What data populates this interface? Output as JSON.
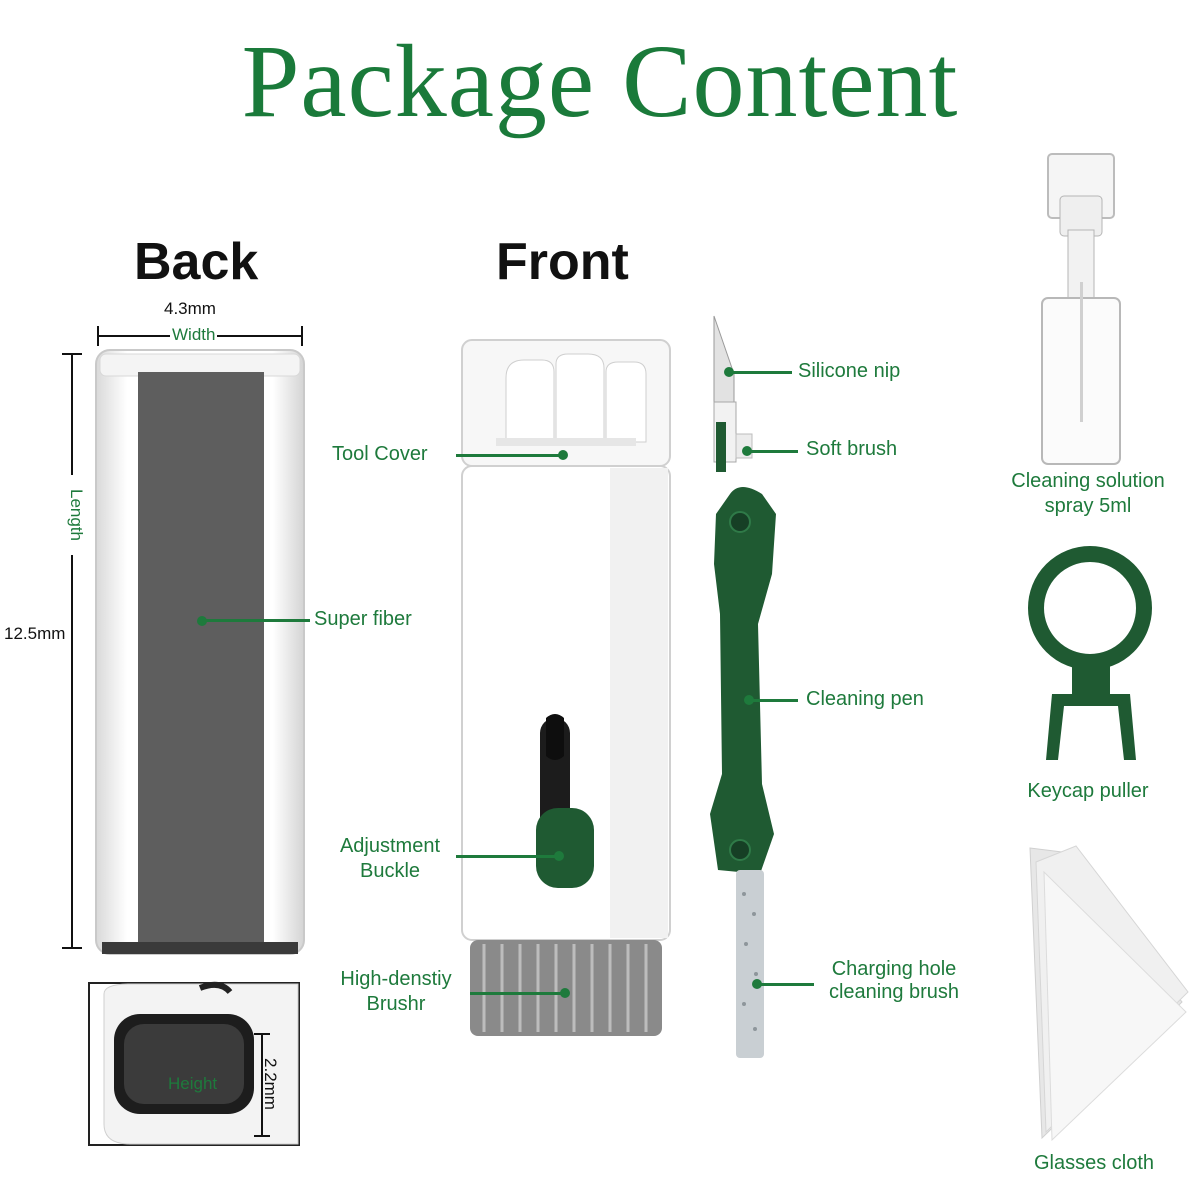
{
  "title": "Package Content",
  "views": {
    "back": "Back",
    "front": "Front"
  },
  "dimensions": {
    "width_value": "4.3mm",
    "width_label": "Width",
    "length_label": "Length",
    "length_value": "12.5mm",
    "height_label": "Height",
    "height_value": "2.2mm"
  },
  "labels": {
    "super_fiber": "Super fiber",
    "tool_cover": "Tool Cover",
    "adjustment_buckle_1": "Adjustment",
    "adjustment_buckle_2": "Buckle",
    "brush_1": "High-denstiy",
    "brush_2": "Brushr",
    "silicone_nip": "Silicone nip",
    "soft_brush": "Soft brush",
    "cleaning_pen": "Cleaning pen",
    "charging_1": "Charging hole",
    "charging_2": "cleaning brush",
    "spray_1": "Cleaning solution",
    "spray_2": "spray 5ml",
    "keycap_puller": "Keycap puller",
    "glasses_cloth": "Glasses cloth"
  },
  "colors": {
    "accent": "#1e7a3c",
    "pen_green": "#1f5a32",
    "fiber_gray": "#5e5e5e"
  }
}
